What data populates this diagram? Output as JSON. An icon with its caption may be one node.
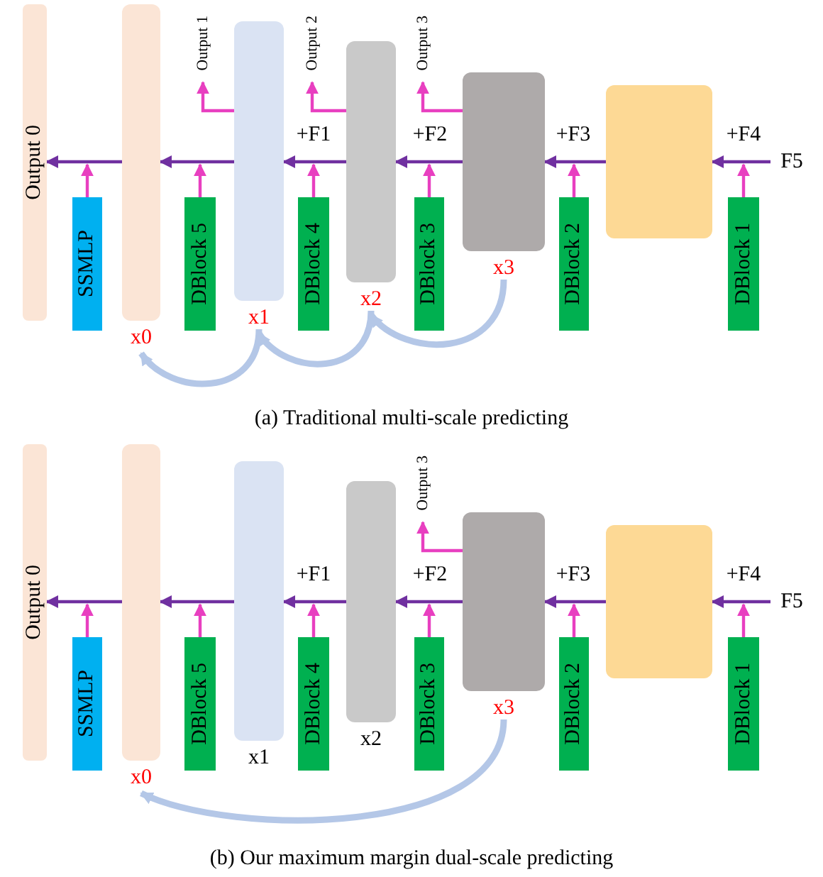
{
  "diagram": {
    "nodes": [
      {
        "text": [
          "Output 0"
        ]
      },
      {
        "text": [
          "SSMLP"
        ]
      },
      {
        "text": [],
        "shape": "box",
        "beside": [
          "x0"
        ]
      },
      {
        "text": [
          "DBlock 5"
        ]
      },
      {
        "text": [
          "Output 1"
        ]
      },
      {
        "text": [],
        "shape": "box",
        "beside": [
          "x1"
        ]
      },
      {
        "text": [
          "DBlock 4"
        ]
      },
      {
        "text": [
          "Output 2"
        ]
      },
      {
        "text": [],
        "shape": "box",
        "beside": [
          "x2"
        ]
      },
      {
        "text": [
          "DBlock 3"
        ]
      },
      {
        "text": [
          "Output 3"
        ]
      },
      {
        "text": [],
        "shape": "box",
        "beside": [
          "x3"
        ]
      },
      {
        "text": [
          "DBlock 2"
        ]
      },
      {
        "text": [],
        "shape": "box"
      },
      {
        "text": [
          "DBlock 1"
        ]
      },
      {
        "text": [
          "F5"
        ]
      },
      {
        "text": [
          "Output 0"
        ]
      },
      {
        "text": [
          "SSMLP"
        ]
      },
      {
        "text": [],
        "shape": "box",
        "beside": [
          "x0"
        ]
      },
      {
        "text": [
          "DBlock 5"
        ]
      },
      {
        "text": [],
        "shape": "box",
        "beside": [
          "x1"
        ]
      },
      {
        "text": [
          "DBlock 4"
        ]
      },
      {
        "text": [],
        "shape": "box",
        "beside": [
          "x2"
        ]
      },
      {
        "text": [
          "DBlock 3"
        ]
      },
      {
        "text": [
          "Output 3"
        ]
      },
      {
        "text": [],
        "shape": "box",
        "beside": [
          "x3"
        ]
      },
      {
        "text": [
          "DBlock 2"
        ]
      },
      {
        "text": [],
        "shape": "box"
      },
      {
        "text": [
          "DBlock 1"
        ]
      },
      {
        "text": [
          "F5"
        ]
      },
      {
        "text": [
          "+F1"
        ]
      },
      {
        "text": [
          "+F2"
        ]
      },
      {
        "text": [
          "+F3"
        ]
      },
      {
        "text": [
          "+F4"
        ]
      },
      {
        "text": [
          "+F1"
        ]
      },
      {
        "text": [
          "+F2"
        ]
      },
      {
        "text": [
          "+F3"
        ]
      },
      {
        "text": [
          "+F4"
        ]
      }
    ],
    "edges": [
      {
        "from": 15,
        "to": 13,
        "arrow": "to",
        "color": "#7030a0"
      },
      {
        "from": 13,
        "to": 11,
        "arrow": "to",
        "color": "#7030a0"
      },
      {
        "from": 11,
        "to": 8,
        "arrow": "to",
        "color": "#7030a0"
      },
      {
        "from": 8,
        "to": 5,
        "arrow": "to",
        "color": "#7030a0"
      },
      {
        "from": 5,
        "to": 2,
        "arrow": "to",
        "color": "#7030a0"
      },
      {
        "from": 2,
        "to": 0,
        "arrow": "to",
        "color": "#7030a0"
      },
      {
        "from": 1,
        "to": null,
        "arrow": "to"
      },
      {
        "from": 3,
        "to": null,
        "arrow": "to"
      },
      {
        "from": 6,
        "to": 30,
        "arrow": "to"
      },
      {
        "from": 9,
        "to": 31,
        "arrow": "to"
      },
      {
        "from": 12,
        "to": 32,
        "arrow": "to"
      },
      {
        "from": 14,
        "to": 33,
        "arrow": "to"
      },
      {
        "from": 5,
        "to": 4,
        "arrow": "to"
      },
      {
        "from": 8,
        "to": 7,
        "arrow": "to"
      },
      {
        "from": 11,
        "to": 10,
        "arrow": "to"
      },
      {
        "from": 11,
        "to": 8,
        "arrow": "to",
        "style": "thick",
        "color": "#b4c7e7"
      },
      {
        "from": 8,
        "to": 5,
        "arrow": "to",
        "style": "thick",
        "color": "#b4c7e7"
      },
      {
        "from": 5,
        "to": 2,
        "arrow": "to",
        "style": "thick",
        "color": "#b4c7e7"
      },
      {
        "from": 29,
        "to": 27,
        "arrow": "to",
        "color": "#7030a0"
      },
      {
        "from": 27,
        "to": 25,
        "arrow": "to",
        "color": "#7030a0"
      },
      {
        "from": 25,
        "to": 22,
        "arrow": "to",
        "color": "#7030a0"
      },
      {
        "from": 22,
        "to": 20,
        "arrow": "to",
        "color": "#7030a0"
      },
      {
        "from": 20,
        "to": 18,
        "arrow": "to",
        "color": "#7030a0"
      },
      {
        "from": 18,
        "to": 16,
        "arrow": "to",
        "color": "#7030a0"
      },
      {
        "from": 17,
        "to": null,
        "arrow": "to"
      },
      {
        "from": 19,
        "to": null,
        "arrow": "to"
      },
      {
        "from": 21,
        "to": 34,
        "arrow": "to"
      },
      {
        "from": 23,
        "to": 35,
        "arrow": "to"
      },
      {
        "from": 26,
        "to": 36,
        "arrow": "to"
      },
      {
        "from": 28,
        "to": 37,
        "arrow": "to"
      },
      {
        "from": 25,
        "to": 24,
        "arrow": "to"
      },
      {
        "from": 25,
        "to": 18,
        "arrow": "to",
        "style": "thick",
        "color": "#b4c7e7"
      }
    ],
    "labels": [
      "(a) Traditional multi-scale predicting",
      "(b) Our maximum margin dual-scale predicting"
    ]
  }
}
